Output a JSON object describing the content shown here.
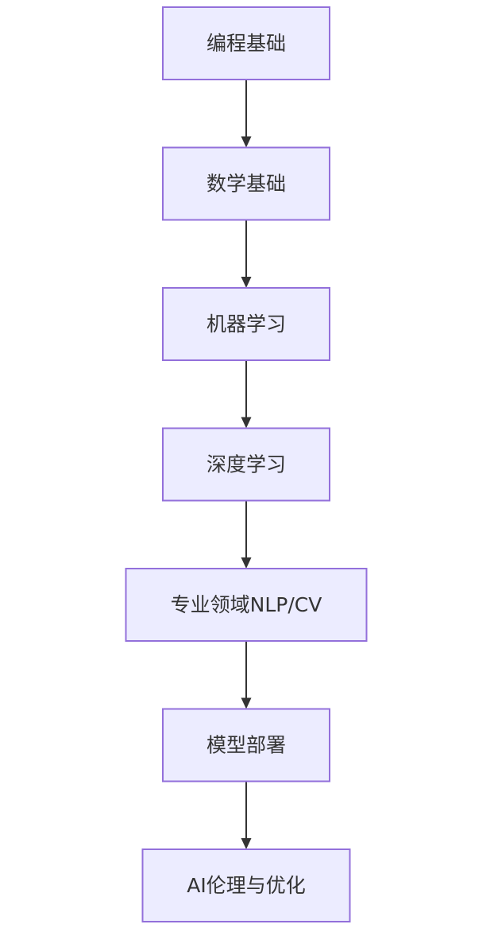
{
  "diagram": {
    "nodes": [
      {
        "id": "n1",
        "label": "编程基础"
      },
      {
        "id": "n2",
        "label": "数学基础"
      },
      {
        "id": "n3",
        "label": "机器学习"
      },
      {
        "id": "n4",
        "label": "深度学习"
      },
      {
        "id": "n5",
        "label": "专业领域NLP/CV"
      },
      {
        "id": "n6",
        "label": "模型部署"
      },
      {
        "id": "n7",
        "label": "AI伦理与优化"
      }
    ],
    "edges": [
      {
        "from": "n1",
        "to": "n2"
      },
      {
        "from": "n2",
        "to": "n3"
      },
      {
        "from": "n3",
        "to": "n4"
      },
      {
        "from": "n4",
        "to": "n5"
      },
      {
        "from": "n5",
        "to": "n6"
      },
      {
        "from": "n6",
        "to": "n7"
      }
    ],
    "colors": {
      "node_fill": "#ececff",
      "node_stroke": "#9370db",
      "text": "#333333",
      "edge": "#333333"
    }
  }
}
